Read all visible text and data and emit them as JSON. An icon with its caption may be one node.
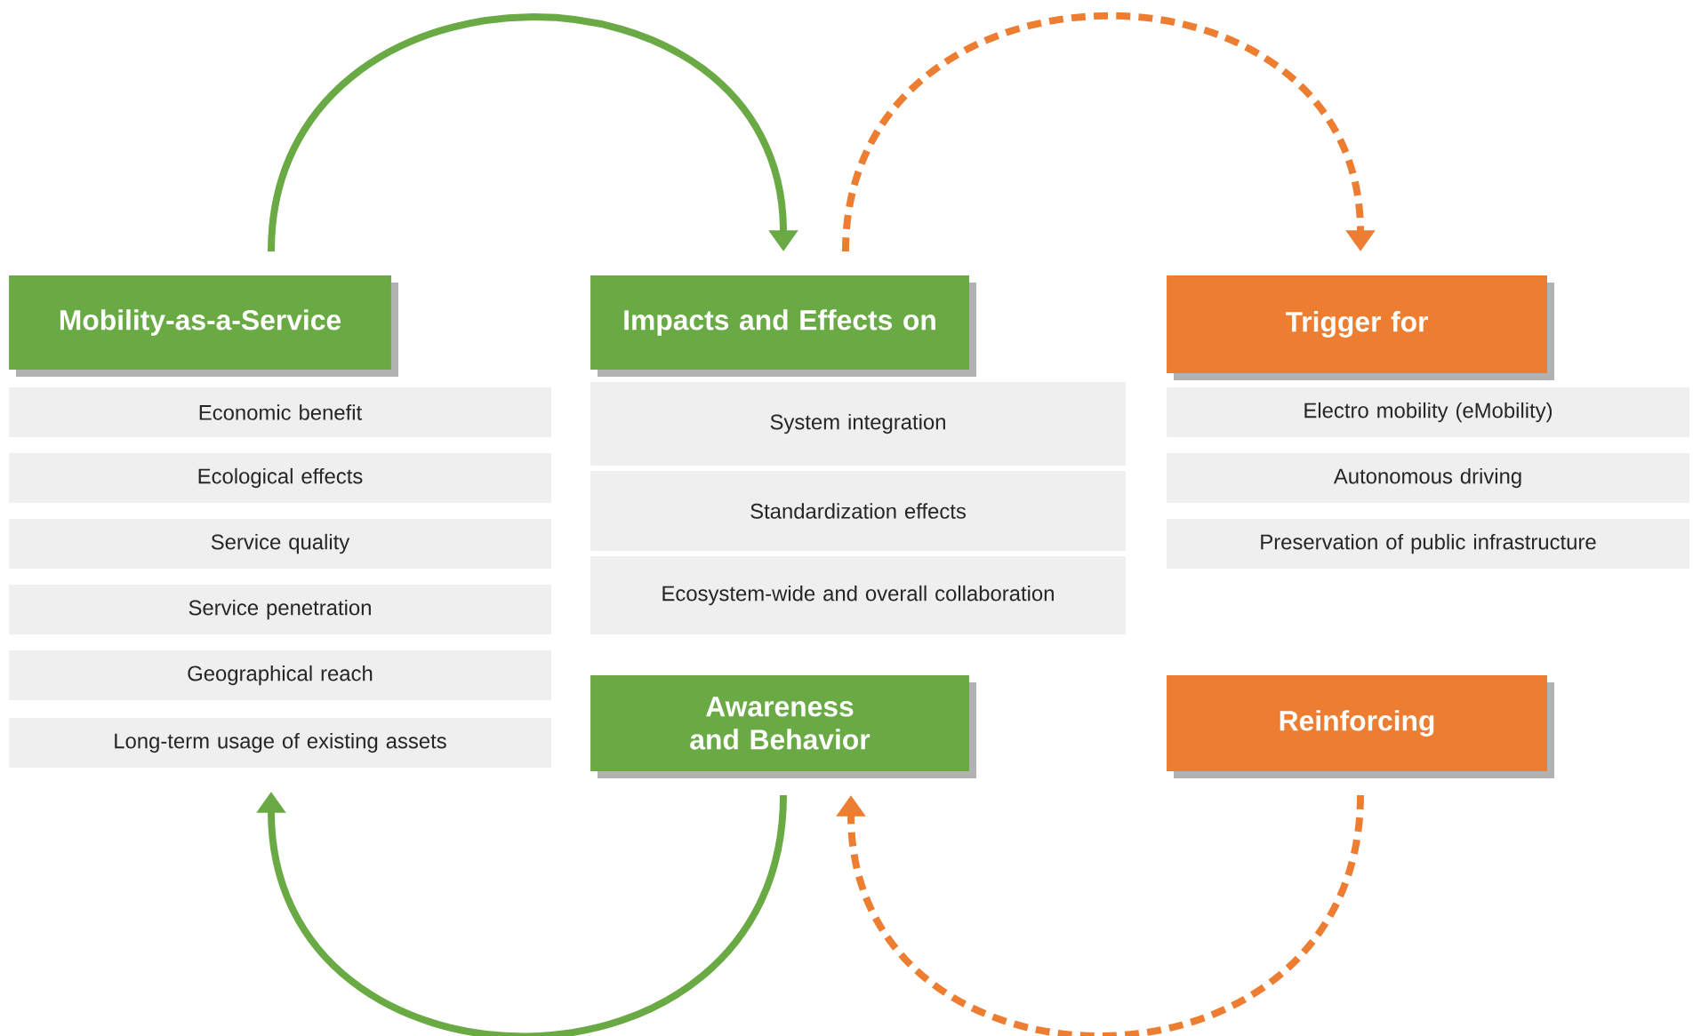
{
  "diagram": {
    "nodes": [
      {
        "text": [
          "Mobility-as-a-Service"
        ]
      },
      {
        "text": [
          "Economic benefit"
        ]
      },
      {
        "text": [
          "Ecological effects"
        ]
      },
      {
        "text": [
          "Service quality"
        ]
      },
      {
        "text": [
          "Service penetration"
        ]
      },
      {
        "text": [
          "Geographical reach"
        ]
      },
      {
        "text": [
          "Long-term usage of existing assets"
        ]
      },
      {
        "text": [
          "Impacts and Effects on"
        ]
      },
      {
        "text": [
          "System integration"
        ]
      },
      {
        "text": [
          "Standardization effects"
        ]
      },
      {
        "text": [
          "Ecosystem-wide and overall collaboration"
        ]
      },
      {
        "text": [
          "Awareness and Behavior"
        ]
      },
      {
        "text": [
          "Trigger for"
        ]
      },
      {
        "text": [
          "Electro mobility (eMobility)"
        ]
      },
      {
        "text": [
          "Autonomous driving"
        ]
      },
      {
        "text": [
          "Preservation of public infrastructure"
        ]
      },
      {
        "text": [
          "Reinforcing"
        ]
      }
    ],
    "edges": [
      {
        "from": 0,
        "to": 7,
        "arrow": "to",
        "color": "#6aaa45"
      },
      {
        "from": 7,
        "to": 12,
        "arrow": "to",
        "style": "dashed",
        "color": "#ed7d31"
      },
      {
        "from": 11,
        "to": 6,
        "arrow": "to",
        "color": "#6aaa45"
      },
      {
        "from": 16,
        "to": 11,
        "arrow": "to",
        "style": "dashed",
        "color": "#ed7d31"
      }
    ]
  }
}
